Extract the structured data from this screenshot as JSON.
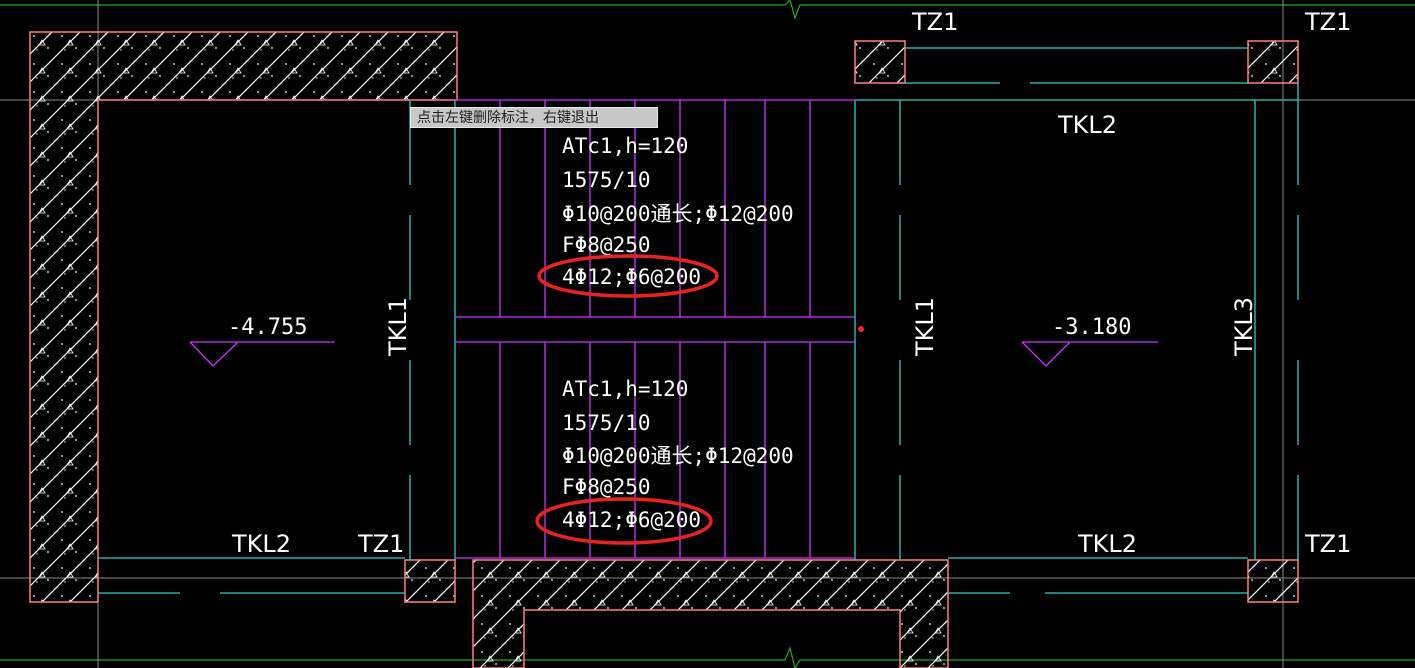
{
  "tooltip": "点击左键删除标注，右键退出",
  "colors": {
    "background": "#000000",
    "wall": "#ff7f7f",
    "stair": "#cc33ff",
    "beam_line": "#33cccc",
    "grid": "#22aa22",
    "text": "#ffffff",
    "highlight": "#e8231f"
  },
  "elevations": [
    "-4.755",
    "-3.180"
  ],
  "labels": {
    "tz1": "TZ1",
    "tkl1": "TKL1",
    "tkl2": "TKL2",
    "tkl3": "TKL3"
  },
  "stair_upper": {
    "name": "ATc1,h=120",
    "dims": "1575/10",
    "rebar_main": "Φ10@200通长;Φ12@200",
    "rebar_dist": "FΦ8@250",
    "rebar_edge": "4Φ12;Φ6@200"
  },
  "stair_lower": {
    "name": "ATc1,h=120",
    "dims": "1575/10",
    "rebar_main": "Φ10@200通长;Φ12@200",
    "rebar_dist": "FΦ8@250",
    "rebar_edge": "4Φ12;Φ6@200"
  }
}
